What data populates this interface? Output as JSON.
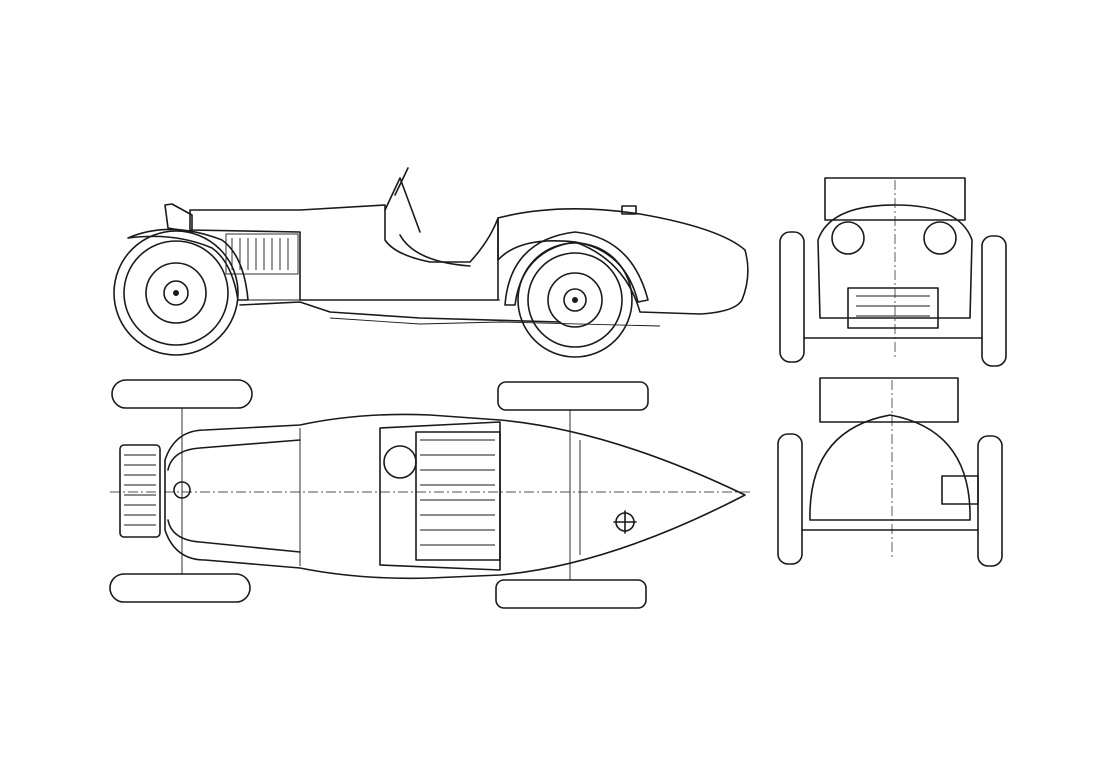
{
  "colors": {
    "ink": "#1a1a1a",
    "paper": "#ffffff"
  },
  "views": [
    {
      "id": "side-view"
    },
    {
      "id": "top-view"
    },
    {
      "id": "front-view"
    },
    {
      "id": "rear-view"
    }
  ]
}
